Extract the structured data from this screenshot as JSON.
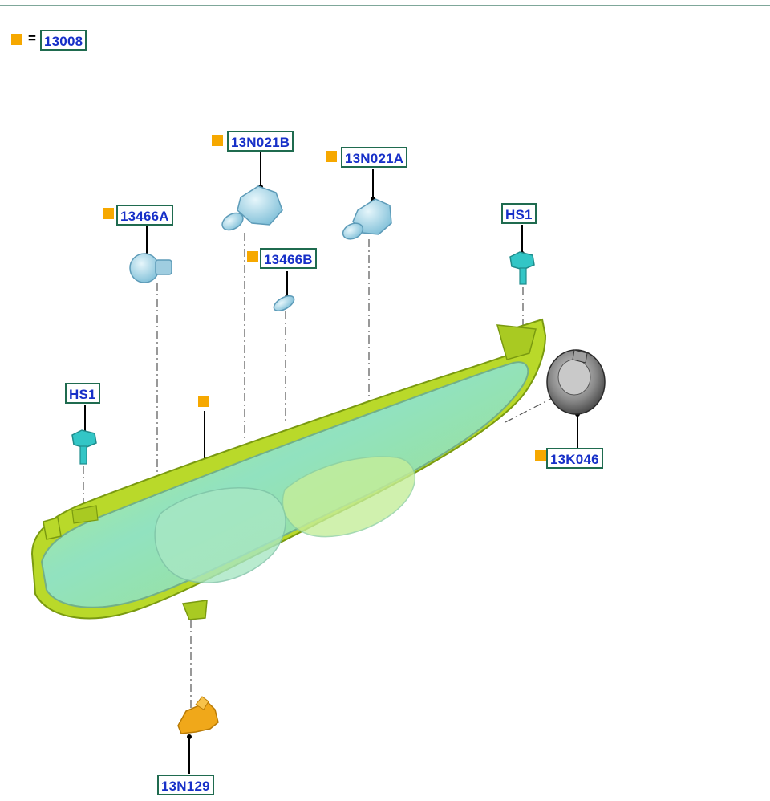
{
  "legend": {
    "symbol": "=",
    "part_number": "13008"
  },
  "callouts": [
    {
      "id": "13N021B",
      "label": "13N021B",
      "marked": true
    },
    {
      "id": "13N021A",
      "label": "13N021A",
      "marked": true
    },
    {
      "id": "13466A",
      "label": "13466A",
      "marked": true
    },
    {
      "id": "13466B",
      "label": "13466B",
      "marked": true
    },
    {
      "id": "HS1_top",
      "label": "HS1",
      "marked": false
    },
    {
      "id": "HS1_left",
      "label": "HS1",
      "marked": false
    },
    {
      "id": "13K046",
      "label": "13K046",
      "marked": true
    },
    {
      "id": "13N129",
      "label": "13N129",
      "marked": false
    }
  ],
  "colors": {
    "marker": "#f6a800",
    "label_border": "#1f6b4f",
    "label_text": "#1730c8",
    "housing": "#b9d92a",
    "lens": "#7fdcc8",
    "bulb": "#9fd3e6",
    "screw": "#33c6c6",
    "cover": "#6f6f6f",
    "bracket": "#f0a81a"
  },
  "icons": [
    "headlamp-assembly",
    "bulb-13466A",
    "bulb-13N021B",
    "bulb-13N021A",
    "bulb-13466B",
    "screw-hs1",
    "dust-cover-13K046",
    "bracket-13N129"
  ]
}
